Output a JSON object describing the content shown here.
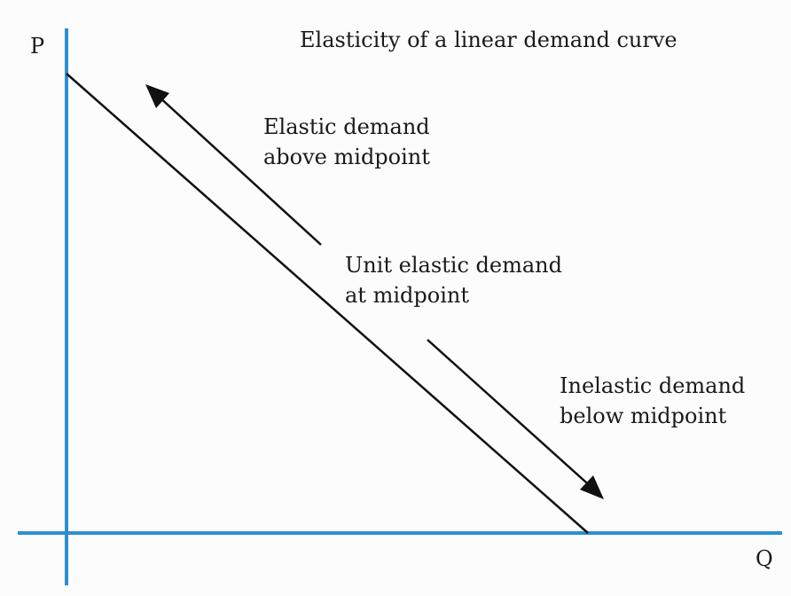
{
  "title": "Elasticity of a linear demand curve",
  "axes": {
    "y_label": "P",
    "x_label": "Q"
  },
  "annotations": {
    "elastic": {
      "line1": "Elastic demand",
      "line2": "above midpoint"
    },
    "unit": {
      "line1": "Unit elastic demand",
      "line2": "at midpoint"
    },
    "inelastic": {
      "line1": "Inelastic demand",
      "line2": "below midpoint"
    }
  },
  "colors": {
    "axis": "#2d8fd0",
    "curve": "#111111",
    "text": "#1a1a1a",
    "background": "#fdfcfd"
  }
}
